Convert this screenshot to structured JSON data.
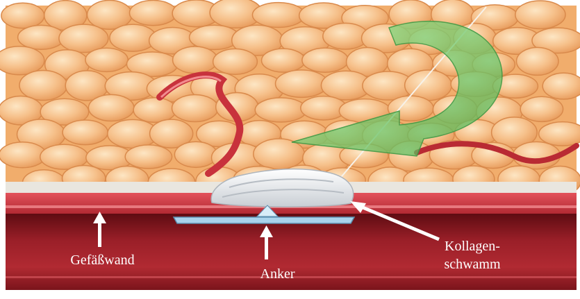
{
  "labels": {
    "vessel_wall": "Gefäßwand",
    "anchor": "Anker",
    "collagen_line1": "Kollagen-",
    "collagen_line2": "schwamm"
  },
  "colors": {
    "fat_tissue": "#f4b77a",
    "fat_highlight": "#fde2b8",
    "vessel_wall": "#c8323c",
    "blood": "#8e1a22",
    "collagen_sponge": "#eef0f2",
    "anchor": "#a9d3ec",
    "arrow_green": "#7fd07a",
    "label_text": "#ffffff"
  }
}
